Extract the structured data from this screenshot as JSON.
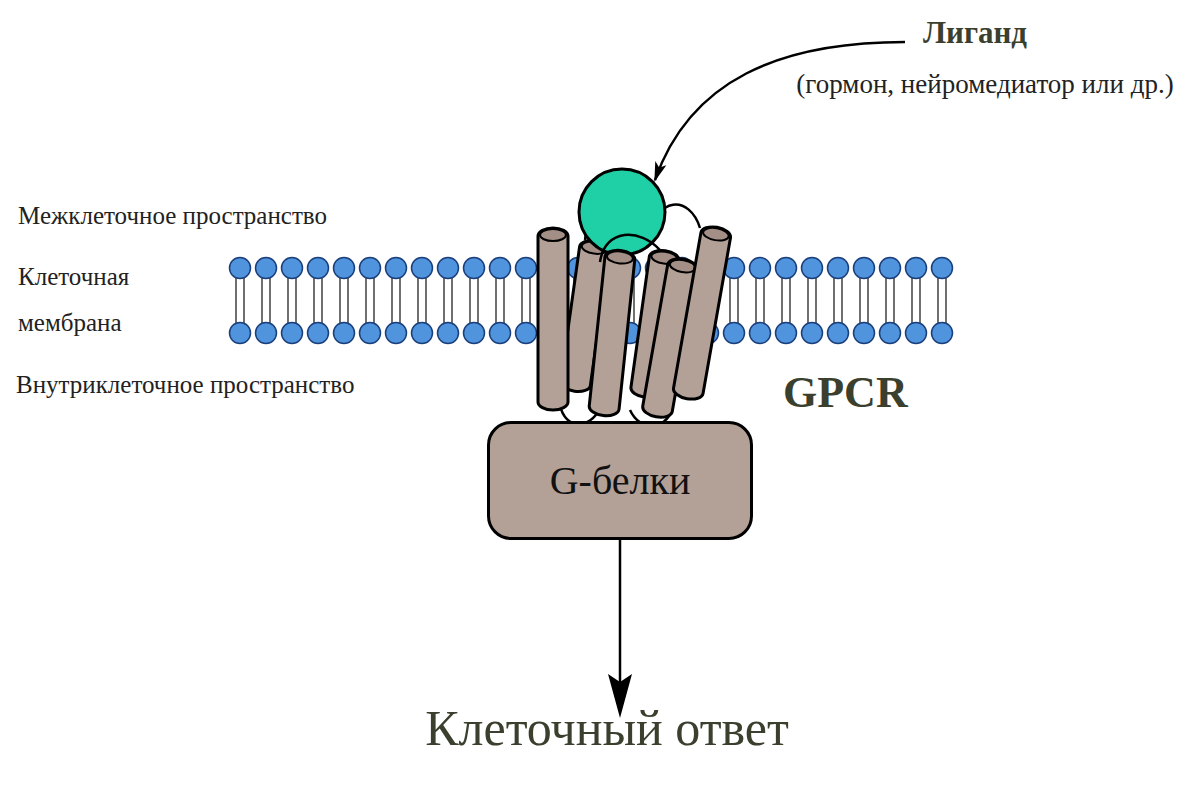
{
  "diagram": {
    "nodes": [
      {
        "text": [
          "GPCR"
        ]
      },
      {
        "text": [
          "G-белки"
        ]
      },
      {
        "text": [
          "Клеточный ответ"
        ]
      }
    ],
    "edges": [
      {
        "from": 1,
        "to": 2,
        "arrow": "to"
      }
    ],
    "labels": [
      "Лиганд",
      "(гормон, нейромедиатор или др.)",
      "Межклеточное пространство",
      "Клеточная мембрана",
      "Внутриклеточное пространство"
    ]
  }
}
